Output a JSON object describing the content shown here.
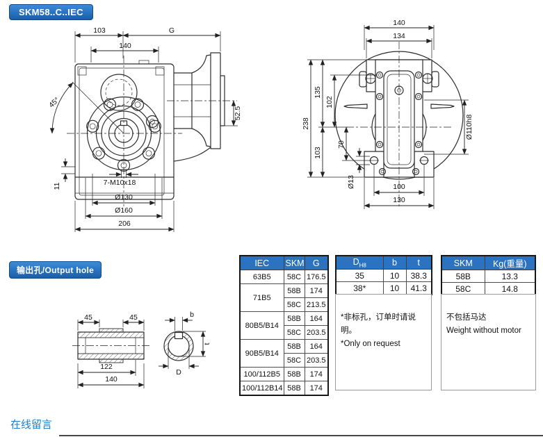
{
  "colors": {
    "header_blue": "#2b72c1",
    "badge_blue_light": "#3c8bd8",
    "badge_blue_dark": "#1a5ea6",
    "badge_border": "#114c86",
    "link_blue": "#1b82d2"
  },
  "title_badge": {
    "label": "SKM58..C..IEC"
  },
  "output_hole_badge": {
    "label": "输出孔/Output hole"
  },
  "front_view": {
    "dims": {
      "w103": "103",
      "g": "G",
      "w140": "140",
      "angle45": "45°",
      "h52_5": "52.5",
      "h11": "11",
      "bolts": "7-M10x18",
      "dia130": "Ø130",
      "dia160": "Ø160",
      "w206": "206"
    }
  },
  "rear_view": {
    "dims": {
      "w140": "140",
      "w134": "134",
      "h238": "238",
      "h135": "135",
      "h102": "102",
      "h70": "70",
      "h103": "103",
      "dia110": "Ø110h8",
      "dia13": "Ø13",
      "w100": "100",
      "w130": "130"
    }
  },
  "hole_view": {
    "dims": {
      "l45a": "45",
      "l45b": "45",
      "l122": "122",
      "l140": "140",
      "b": "b",
      "t": "t",
      "d": "D"
    }
  },
  "table_g": {
    "headers": [
      "IEC",
      "SKM",
      "G"
    ],
    "groups": [
      {
        "iec": "63B5",
        "rows": [
          [
            "58C",
            "176.5"
          ]
        ]
      },
      {
        "iec": "71B5",
        "rows": [
          [
            "58B",
            "174"
          ],
          [
            "58C",
            "213.5"
          ]
        ]
      },
      {
        "iec": "80B5/B14",
        "rows": [
          [
            "58B",
            "164"
          ],
          [
            "58C",
            "203.5"
          ]
        ]
      },
      {
        "iec": "90B5/B14",
        "rows": [
          [
            "58B",
            "164"
          ],
          [
            "58C",
            "203.5"
          ]
        ]
      },
      {
        "iec": "100/112B5",
        "rows": [
          [
            "58B",
            "174"
          ]
        ]
      },
      {
        "iec": "100/112B14",
        "rows": [
          [
            "58B",
            "174"
          ]
        ]
      }
    ]
  },
  "table_bore": {
    "header_d_main": "D",
    "header_d_sub": "H8",
    "header_b": "b",
    "header_t": "t",
    "rows": [
      [
        "35",
        "10",
        "38.3"
      ],
      [
        "38*",
        "10",
        "41.3"
      ]
    ],
    "notes": [
      "*非标孔，订单时请说明。",
      "*Only on request"
    ]
  },
  "table_weight": {
    "headers": [
      "SKM",
      "Kg(重量)"
    ],
    "rows": [
      [
        "58B",
        "13.3"
      ],
      [
        "58C",
        "14.8"
      ]
    ],
    "notes": [
      "不包括马达",
      "Weight without motor"
    ]
  },
  "footer": {
    "link_label": "在线留言"
  }
}
